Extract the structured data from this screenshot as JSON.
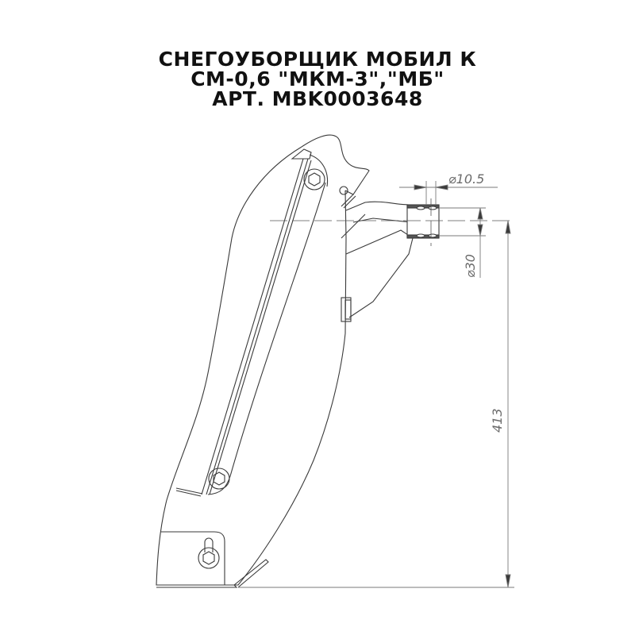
{
  "title": {
    "line1": "СНЕГОУБОРЩИК МОБИЛ К",
    "line2": "СМ-0,6 \"МКМ-3\",\"МБ\"",
    "line3": "АРТ. MBK0003648"
  },
  "dimensions": {
    "hole_diameter": "⌀10.5",
    "tube_diameter": "⌀30",
    "height": "413"
  },
  "colors": {
    "line": "#3a3a3a",
    "dimension": "#7a7a7a",
    "title": "#111111"
  }
}
